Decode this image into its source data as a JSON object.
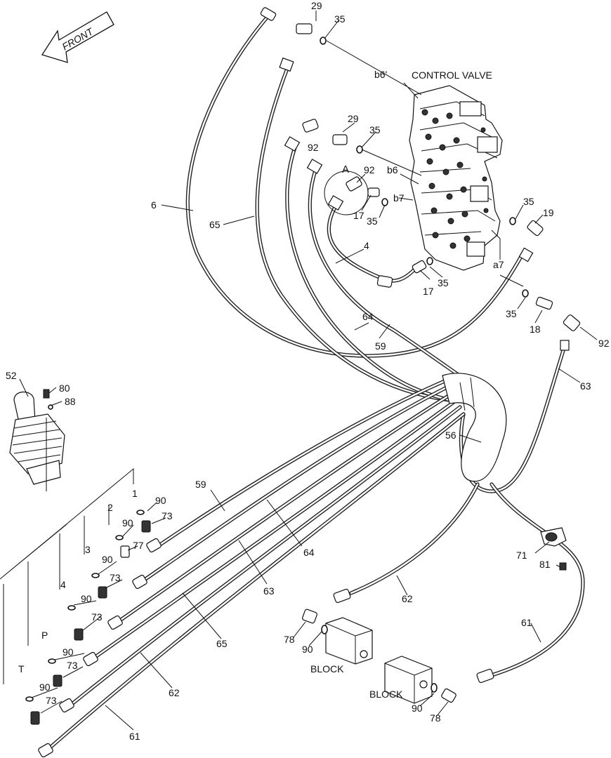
{
  "front_label": "FRONT",
  "titles": {
    "control_valve": "CONTROL VALVE",
    "block_left": "BLOCK",
    "block_right": "BLOCK",
    "detail_a": "A"
  },
  "ports": {
    "b6_prime": "b6'",
    "b6": "b6",
    "b7": "b7",
    "a7": "a7"
  },
  "joystick_ports": [
    "1",
    "2",
    "3",
    "4",
    "P",
    "T"
  ],
  "part_numbers": {
    "p29_top": "29",
    "p35_top": "35",
    "p29_mid": "29",
    "p35_mid": "35",
    "p92_mid": "92",
    "p92_a": "92",
    "p17_a": "17",
    "p35_a": "35",
    "p6": "6",
    "p65_top": "65",
    "p4": "4",
    "p35_r": "35",
    "p19": "19",
    "p17_b": "17",
    "p35_b": "35",
    "p64_top": "64",
    "p59_top": "59",
    "p35_c": "35",
    "p18": "18",
    "p92_r": "92",
    "p63_r": "63",
    "p52": "52",
    "p80": "80",
    "p88": "88",
    "p56": "56",
    "p90_1": "90",
    "p73_1": "73",
    "p90_2": "90",
    "p77": "77",
    "p90_3": "90",
    "p73_3": "73",
    "p90_4": "90",
    "p73_4": "73",
    "p90_p": "90",
    "p73_p": "73",
    "p90_t": "90",
    "p73_t": "73",
    "p59_bot": "59",
    "p64_bot": "64",
    "p63_bot": "63",
    "p65_bot": "65",
    "p62_mid": "62",
    "p62_bot": "62",
    "p61_bot": "61",
    "p61_r": "61",
    "p71": "71",
    "p81": "81",
    "p78_l": "78",
    "p90_l": "90",
    "p90_rb": "90",
    "p78_rb": "78"
  }
}
